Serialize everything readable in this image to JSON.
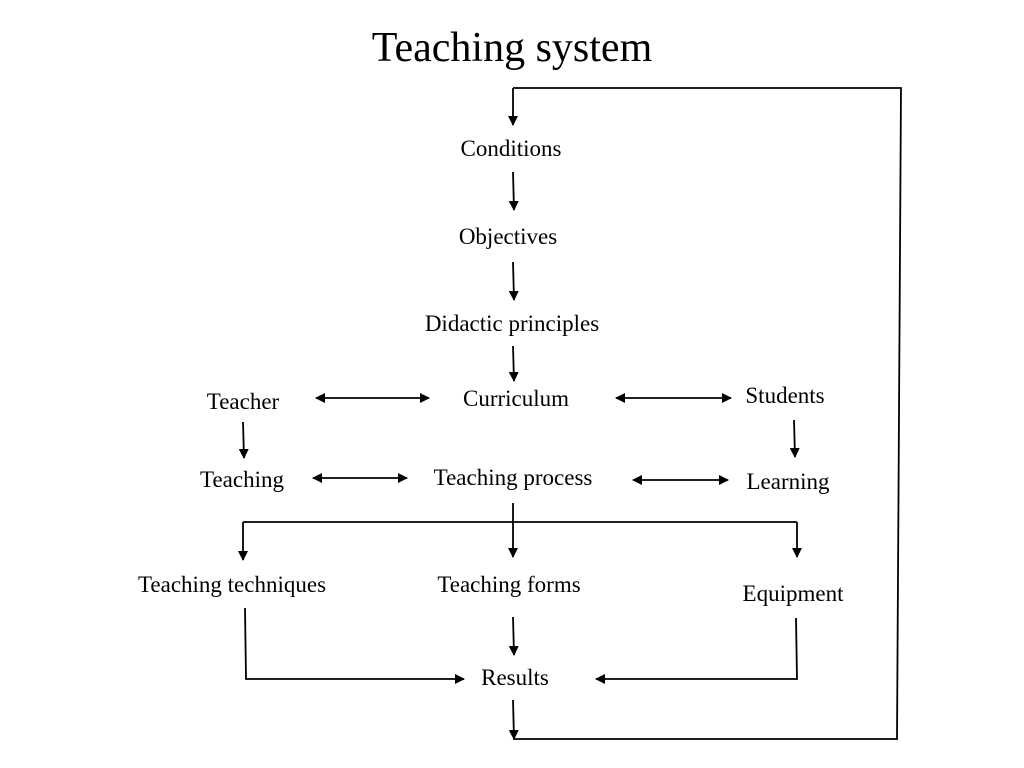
{
  "title": "Teaching system",
  "nodes": {
    "conditions": "Conditions",
    "objectives": "Objectives",
    "didactic_principles": "Didactic principles",
    "teacher": "Teacher",
    "curriculum": "Curriculum",
    "students": "Students",
    "teaching": "Teaching",
    "teaching_process": "Teaching process",
    "learning": "Learning",
    "teaching_techniques": "Teaching techniques",
    "teaching_forms": "Teaching forms",
    "equipment": "Equipment",
    "results": "Results"
  }
}
